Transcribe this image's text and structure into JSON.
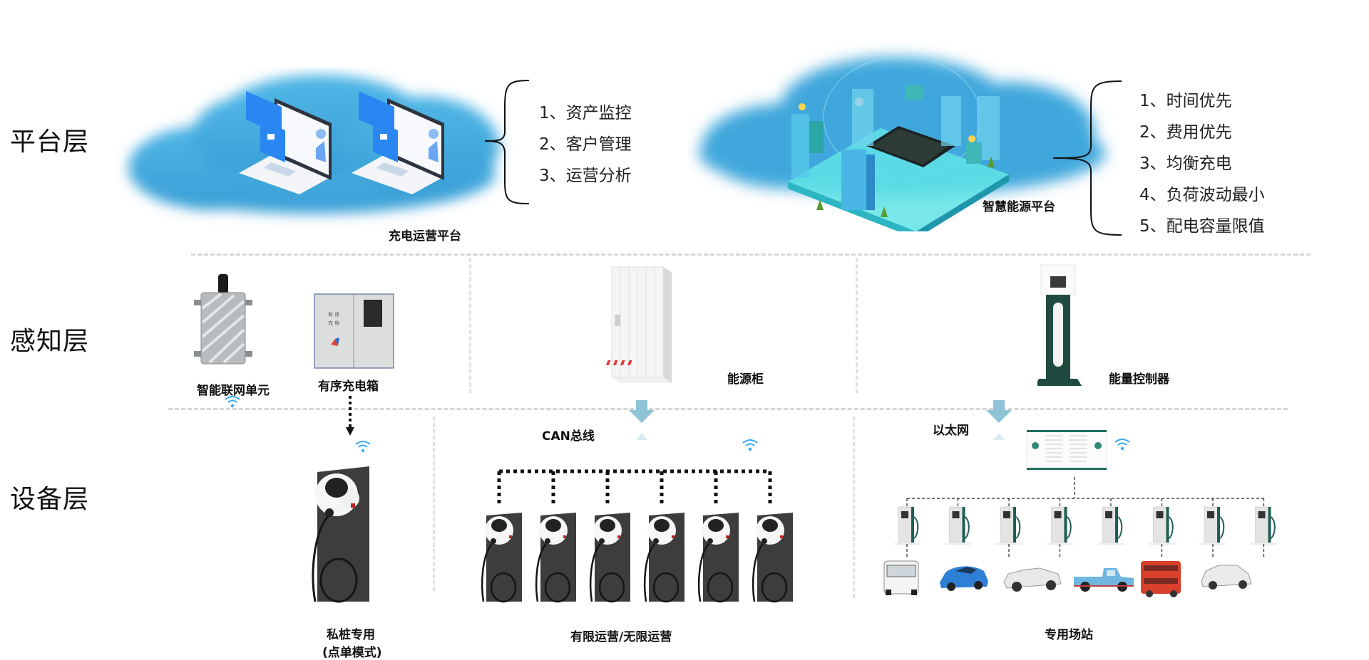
{
  "layers": {
    "platform": "平台层",
    "perception": "感知层",
    "device": "设备层"
  },
  "platform": {
    "charging_platform": {
      "label": "充电运营平台",
      "features": [
        "1、资产监控",
        "2、客户管理",
        "3、运营分析"
      ]
    },
    "energy_platform": {
      "label": "智慧能源平台",
      "features": [
        "1、时间优先",
        "2、费用优先",
        "3、均衡充电",
        "4、负荷波动最小",
        "5、配电容量限值"
      ]
    }
  },
  "perception": {
    "iot_unit": "智能联网单元",
    "ordered_box": "有序充电箱",
    "energy_cabinet": "能源柜",
    "energy_controller": "能量控制器"
  },
  "device": {
    "can_bus": "CAN总线",
    "ethernet": "以太网",
    "private_pile": "私桩专用",
    "private_pile_sub": "(点单模式)",
    "operation": "有限运营/无限运营",
    "dedicated_station": "专用场站",
    "wall_chargers_count": 6,
    "dc_piles_count": 8,
    "vehicles": [
      "bus",
      "blue-sedan",
      "white-convertible",
      "blue-pickup",
      "red-double-decker",
      "white-suv"
    ]
  },
  "colors": {
    "cloud": "#3fa7dc",
    "laptop_blue": "#2a86f0",
    "wifi": "#36a9f0",
    "arrow": "#8fc3d6",
    "dash": "#d6d6d6",
    "pile_green": "#1f5e52",
    "wall_panel": "#3d3d3d"
  }
}
